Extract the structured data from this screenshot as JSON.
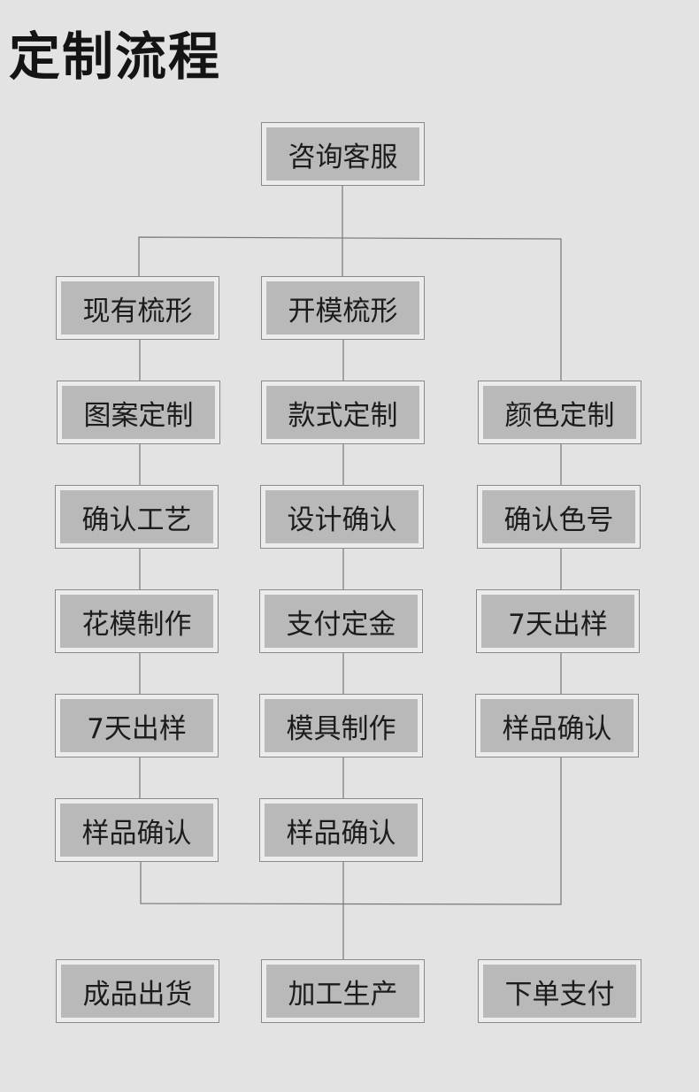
{
  "title": "定制流程",
  "flow": {
    "start": "咨询客服",
    "left_column": [
      "现有梳形",
      "图案定制",
      "确认工艺",
      "花模制作",
      "7天出样",
      "样品确认"
    ],
    "middle_column": [
      "开模梳形",
      "款式定制",
      "设计确认",
      "支付定金",
      "模具制作",
      "样品确认"
    ],
    "right_column": [
      "颜色定制",
      "确认色号",
      "7天出样",
      "样品确认"
    ],
    "bottom_row": [
      "成品出货",
      "加工生产",
      "下单支付"
    ]
  },
  "colors": {
    "background": "#e3e3e3",
    "box_fill": "#b9b9b9",
    "box_frame": "#ececec",
    "line": "#777777",
    "text": "#1c1c1c"
  }
}
